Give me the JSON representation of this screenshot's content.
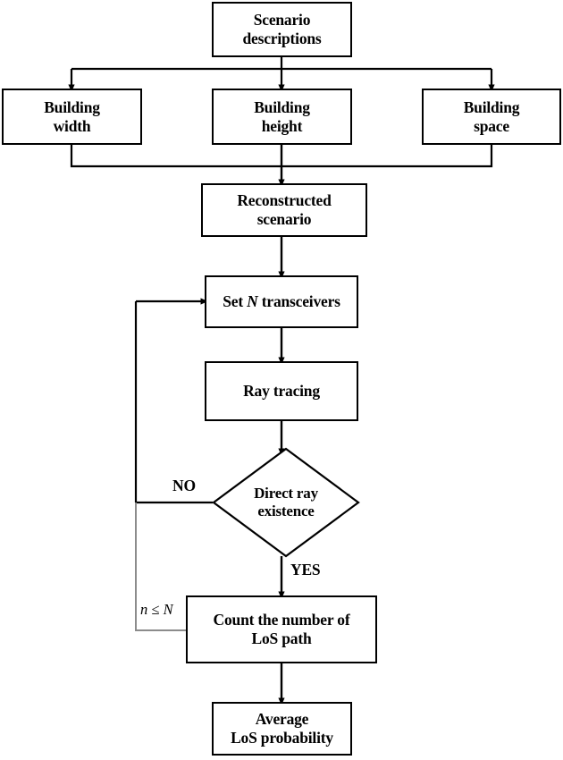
{
  "diagram": {
    "title": "LoS probability ray-tracing simulation flowchart",
    "type": "flowchart",
    "line_color": "#000000",
    "feedback_line_color": "#8c8c8c",
    "background": "#ffffff"
  },
  "nodes": {
    "scenario_descriptions": {
      "text": "Scenario\ndescriptions",
      "shape": "rectangle"
    },
    "building_width": {
      "text": "Building\nwidth",
      "shape": "rectangle"
    },
    "building_height": {
      "text": "Building\nheight",
      "shape": "rectangle"
    },
    "building_space": {
      "text": "Building\nspace",
      "shape": "rectangle"
    },
    "reconstructed_scenario": {
      "text": "Reconstructed\nscenario",
      "shape": "rectangle"
    },
    "set_transceivers": {
      "text_before": "Set ",
      "text_var": "N",
      "text_after": " transceivers",
      "shape": "rectangle"
    },
    "ray_tracing": {
      "text": "Ray tracing",
      "shape": "rectangle"
    },
    "direct_ray_existence": {
      "text": "Direct ray\nexistence",
      "shape": "diamond"
    },
    "count_los_path": {
      "text": "Count the number of\nLoS path",
      "shape": "rectangle"
    },
    "average_los_probability": {
      "text": "Average\nLoS probability",
      "shape": "rectangle"
    }
  },
  "edge_labels": {
    "no": "NO",
    "yes": "YES",
    "loop_var_left": "n",
    "loop_op": " ≤ ",
    "loop_var_right": "N"
  }
}
